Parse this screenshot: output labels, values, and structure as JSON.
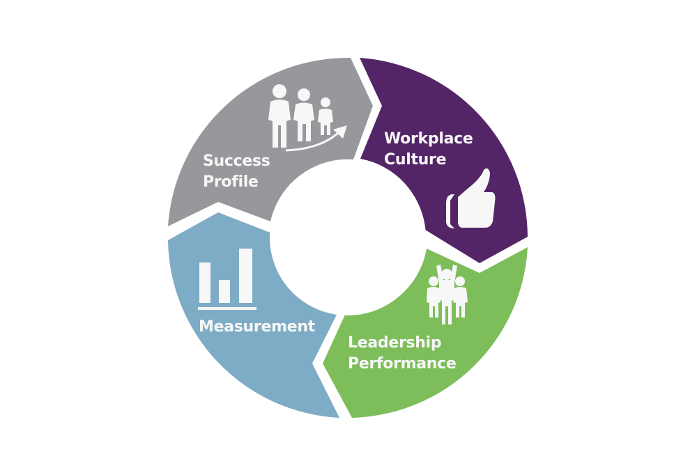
{
  "diagram": {
    "type": "cycle",
    "center_label": "",
    "segments": [
      {
        "id": "success-profile",
        "label_lines": [
          "Success",
          "Profile"
        ],
        "icon": "people-growth-icon",
        "color": "#96989B"
      },
      {
        "id": "workplace-culture",
        "label_lines": [
          "Workplace",
          "Culture"
        ],
        "icon": "thumbs-up-icon",
        "color": "#532567"
      },
      {
        "id": "leadership-performance",
        "label_lines": [
          "Leadership",
          "Performance"
        ],
        "icon": "team-celebration-icon",
        "color": "#7DBE5A"
      },
      {
        "id": "measurement",
        "label_lines": [
          "Measurement"
        ],
        "icon": "bar-chart-icon",
        "color": "#7EABC5"
      }
    ],
    "flow_direction": "clockwise"
  }
}
